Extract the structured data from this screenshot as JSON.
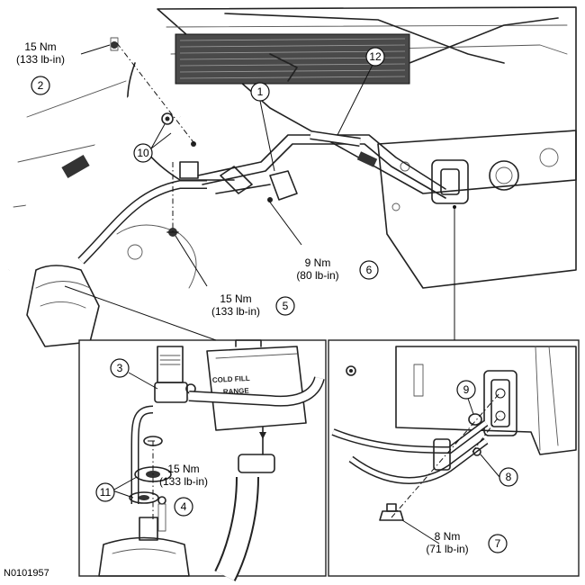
{
  "callouts": [
    {
      "id": "1",
      "label": "1"
    },
    {
      "id": "2",
      "label": "2"
    },
    {
      "id": "3",
      "label": "3"
    },
    {
      "id": "4",
      "label": "4"
    },
    {
      "id": "5",
      "label": "5"
    },
    {
      "id": "6",
      "label": "6"
    },
    {
      "id": "7",
      "label": "7"
    },
    {
      "id": "8",
      "label": "8"
    },
    {
      "id": "9",
      "label": "9"
    },
    {
      "id": "10",
      "label": "10"
    },
    {
      "id": "11",
      "label": "11"
    },
    {
      "id": "12",
      "label": "12"
    }
  ],
  "torques": {
    "t2": {
      "nm": "15 Nm",
      "inlb": "(133 lb-in)"
    },
    "t5": {
      "nm": "15 Nm",
      "inlb": "(133 lb-in)"
    },
    "t6": {
      "nm": "9 Nm",
      "inlb": "(80 lb-in)"
    },
    "t4": {
      "nm": "15 Nm",
      "inlb": "(133 lb-in)"
    },
    "t7": {
      "nm": "8 Nm",
      "inlb": "(71 lb-in)"
    }
  },
  "tank_label": {
    "line1": "COLD FILL",
    "line2": "RANGE"
  },
  "figure_code": "N0101957"
}
